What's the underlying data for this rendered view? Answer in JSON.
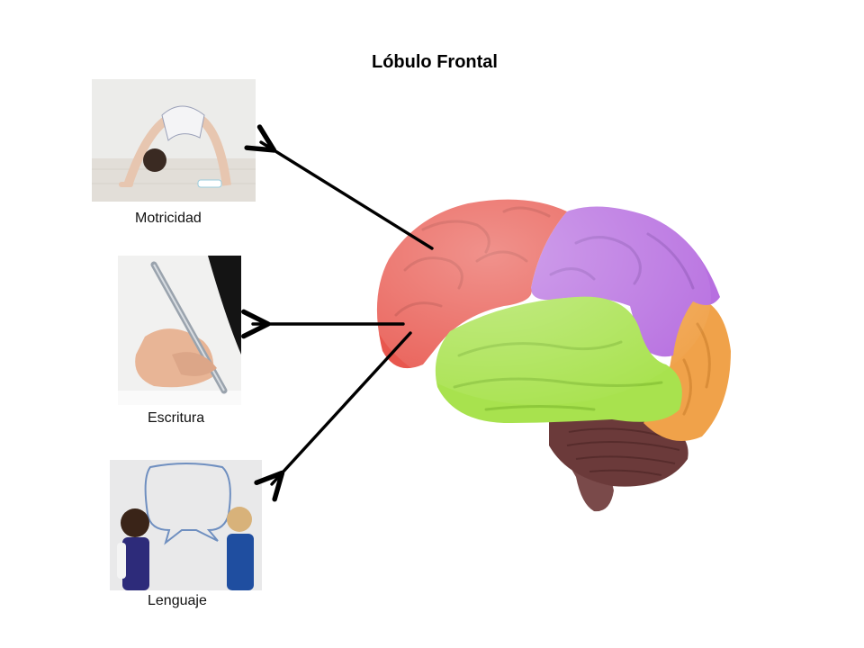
{
  "title": "Lóbulo Frontal",
  "functions": [
    {
      "label": "Motricidad",
      "image": "child-backbend-photo"
    },
    {
      "label": "Escritura",
      "image": "hand-writing-with-pen-photo"
    },
    {
      "label": "Lenguaje",
      "image": "two-girls-speech-bubble-photo"
    }
  ],
  "brain_lobe_colors": {
    "frontal": "#e8574e",
    "parietal": "#b76fe0",
    "occipital": "#f0a24a",
    "temporal": "#a8e24e",
    "cerebellum": "#6b3a3a",
    "brainstem": "#7a4a4a"
  },
  "arrow_color": "#000000"
}
